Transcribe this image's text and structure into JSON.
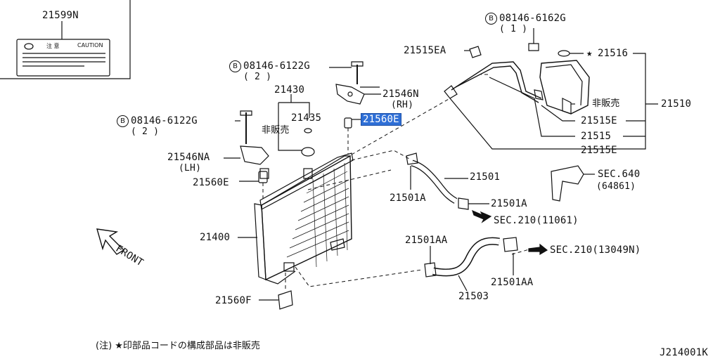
{
  "top_left_box": {
    "part_no": "21599N",
    "label_card": {
      "jp_text": "注 意",
      "en_text": "CAUTION"
    }
  },
  "labels": {
    "bolt_rh": {
      "prefix": "B",
      "part": "08146-6122G",
      "qty": "( 2 )"
    },
    "bolt_lh": {
      "prefix": "B",
      "part": "08146-6122G",
      "qty": "( 2 )"
    },
    "bolt_tank": {
      "prefix": "B",
      "part": "08146-6162G",
      "qty": "( 1 )"
    },
    "p21430": "21430",
    "p21435": "21435",
    "not_sold_a": "非販売",
    "p21546n": "21546N",
    "p21546n_side": "(RH)",
    "p21560e_hl": "21560E",
    "p21546na": "21546NA",
    "p21546na_side": "(LH)",
    "p21560e": "21560E",
    "p21400": "21400",
    "p21560f": "21560F",
    "p21515ea": "21515EA",
    "p21516": "21516",
    "p21516_star": "★",
    "not_sold_b": "非販売",
    "p21510": "21510",
    "p21515e_a": "21515E",
    "p21515": "21515",
    "p21515e_b": "21515E",
    "p21501": "21501",
    "p21501a_l": "21501A",
    "p21501a_r": "21501A",
    "sec640": "SEC.640",
    "sec640_sub": "(64861)",
    "sec210_a": "SEC.210(11061)",
    "p21501aa_l": "21501AA",
    "p21501aa_r": "21501AA",
    "sec210_b": "SEC.210(13049N)",
    "p21503": "21503",
    "front": "FRONT"
  },
  "footnote": "(注) ★印部品コードの構成部品は非販売",
  "diagram_id": "J214001K",
  "colors": {
    "highlight": "#2f6fd6",
    "ink": "#111111"
  }
}
